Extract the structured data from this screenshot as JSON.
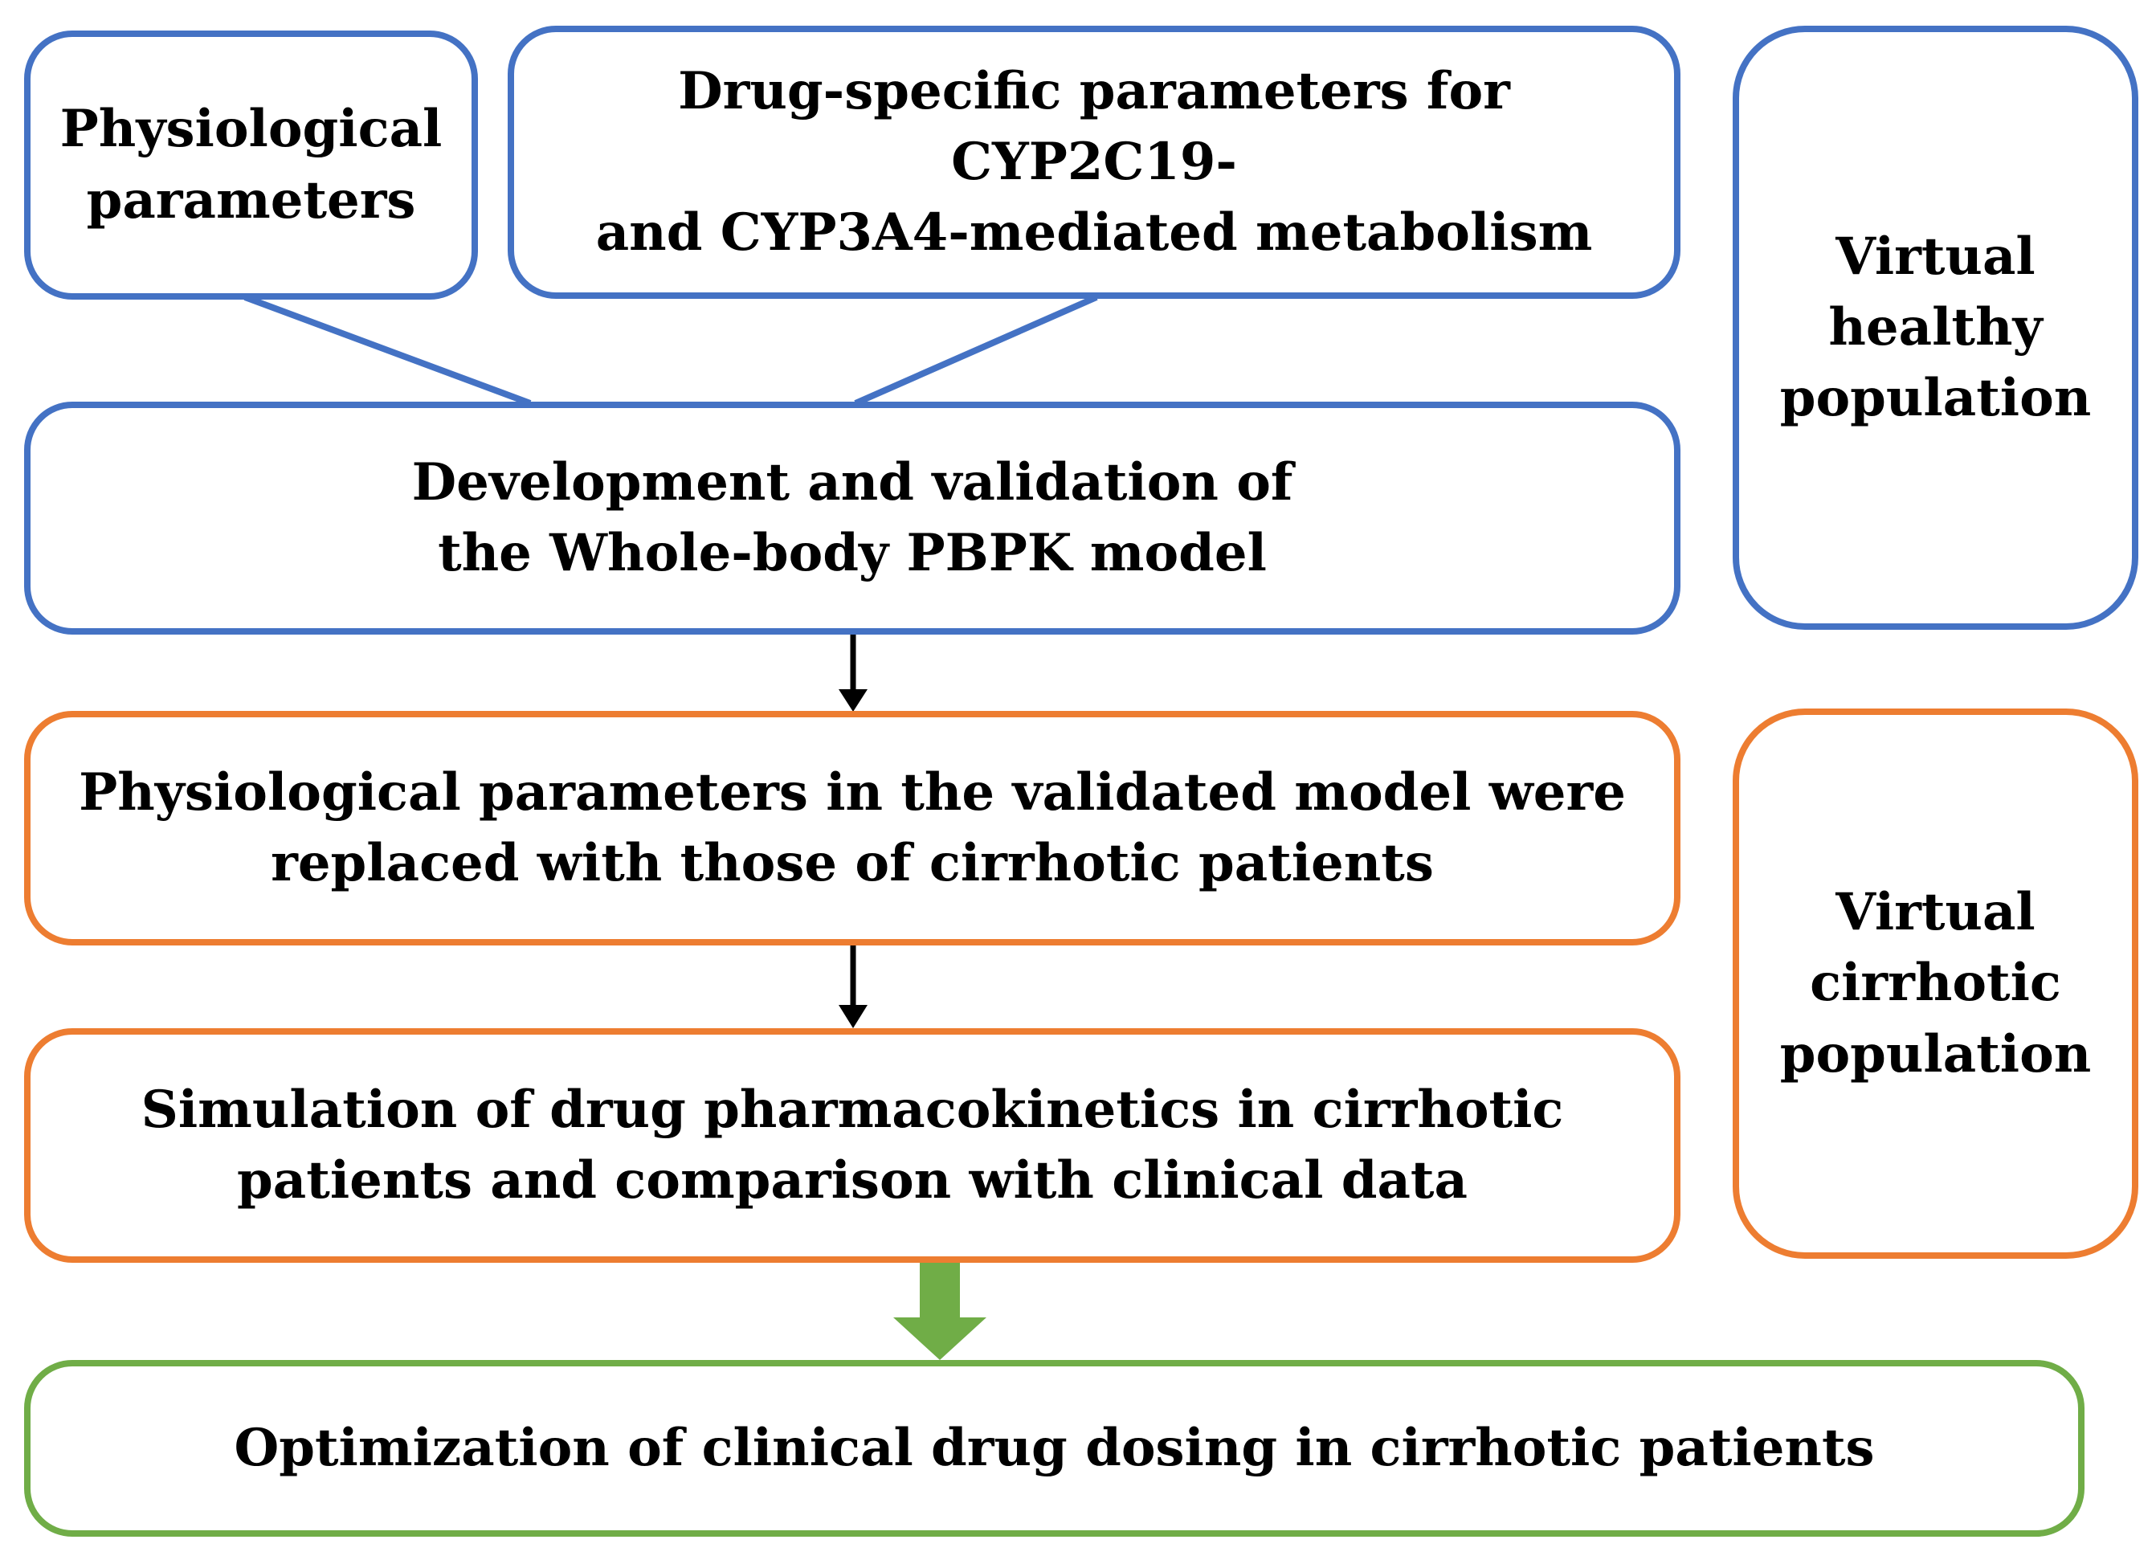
{
  "boxes": {
    "physiological_parameters": "Physiological\nparameters",
    "drug_specific_parameters": "Drug-specific parameters for CYP2C19-\nand CYP3A4-mediated metabolism",
    "development_validation": "Development and validation of\nthe Whole-body PBPK model",
    "virtual_healthy_population": "Virtual\nhealthy\npopulation",
    "parameters_replaced": "Physiological parameters in the validated model were\nreplaced with those of cirrhotic patients",
    "simulation_comparison": "Simulation of drug pharmacokinetics in cirrhotic\npatients and comparison with clinical data",
    "virtual_cirrhotic_population": "Virtual\ncirrhotic\npopulation",
    "optimization_dosing": "Optimization of clinical drug dosing in cirrhotic patients"
  },
  "colors": {
    "healthy_stage": "#4472C4",
    "cirrhotic_stage": "#ED7D31",
    "outcome_stage": "#70AD47",
    "arrow": "#000000",
    "text": "#000000"
  }
}
